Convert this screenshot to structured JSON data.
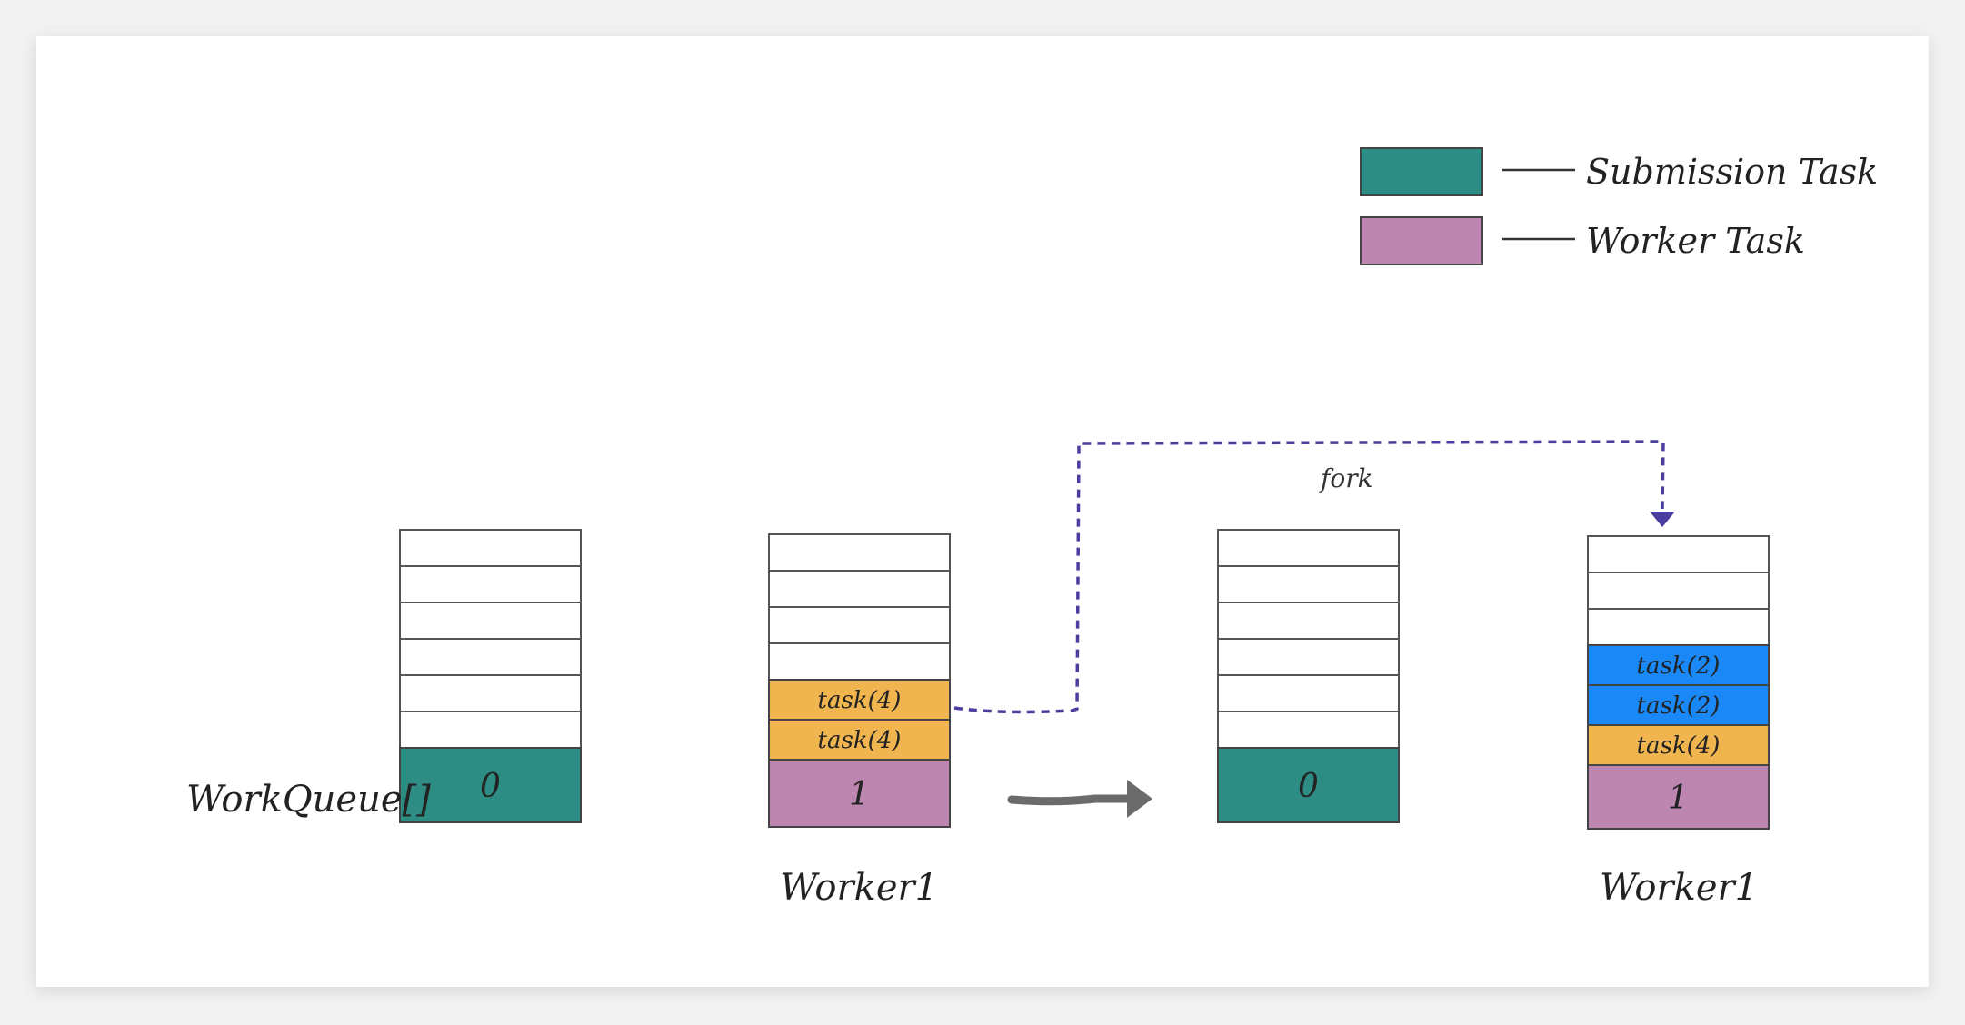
{
  "legend": {
    "items": [
      {
        "label": "Submission Task",
        "color": "#2d8c84"
      },
      {
        "label": "Worker Task",
        "color": "#bd86b1"
      }
    ]
  },
  "labels": {
    "workqueue": "WorkQueue[]",
    "fork": "fork",
    "worker_left": "Worker1",
    "worker_right": "Worker1"
  },
  "stacks": [
    {
      "id": "q0-before",
      "slots": [
        {
          "label": "0",
          "kind": "submission"
        }
      ]
    },
    {
      "id": "q1-before",
      "slots": [
        {
          "label": "task(4)",
          "kind": "forked"
        },
        {
          "label": "task(4)",
          "kind": "forked"
        },
        {
          "label": "1",
          "kind": "worker"
        }
      ]
    },
    {
      "id": "q0-after",
      "slots": [
        {
          "label": "0",
          "kind": "submission"
        }
      ]
    },
    {
      "id": "q1-after",
      "slots": [
        {
          "label": "task(2)",
          "kind": "split"
        },
        {
          "label": "task(2)",
          "kind": "split"
        },
        {
          "label": "task(4)",
          "kind": "forked"
        },
        {
          "label": "1",
          "kind": "worker"
        }
      ]
    }
  ],
  "colors": {
    "submission": "#2d8c84",
    "worker": "#bd86b1",
    "forked": "#f0b54f",
    "split": "#1a88f7",
    "fork_arrow": "#4a3fa0",
    "transition_arrow": "#6b6b6b",
    "outline": "#555555"
  }
}
